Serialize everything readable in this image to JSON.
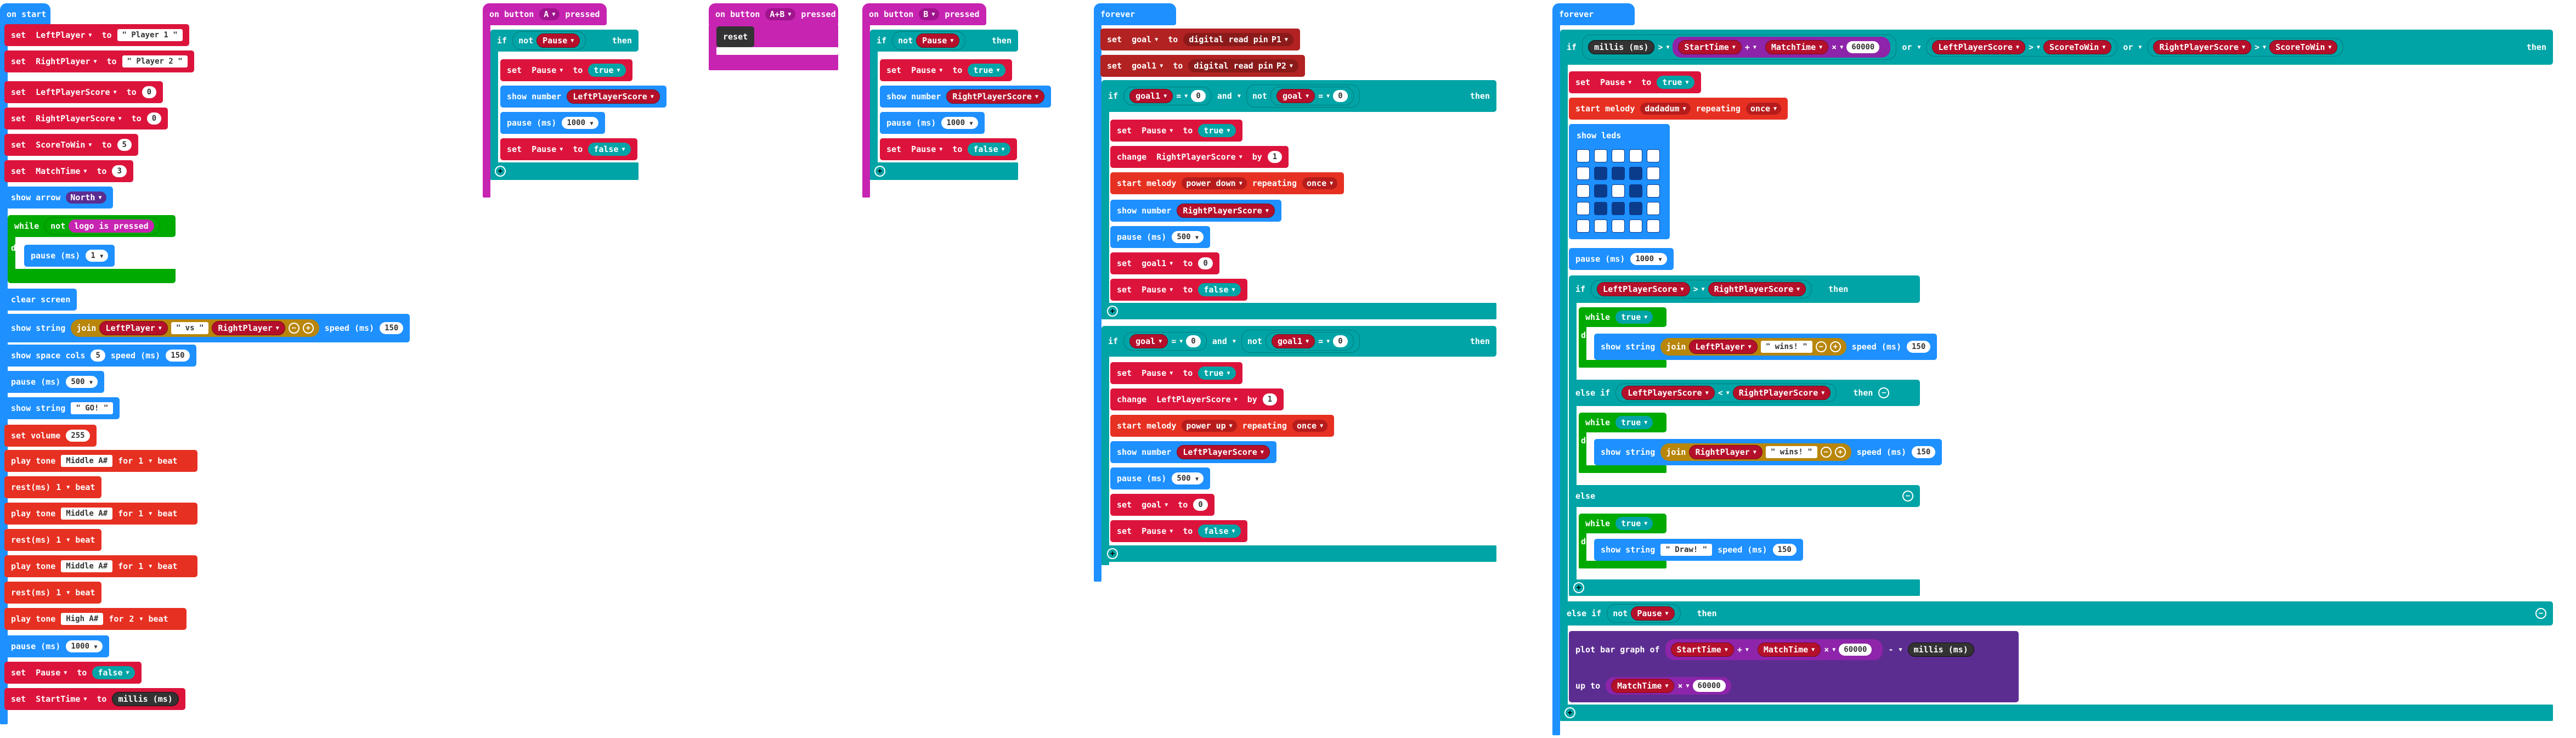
{
  "colors": {
    "event": "#1e90ff",
    "variables": "#dc143c",
    "logic": "#00a4a6",
    "loops": "#00aa00",
    "music": "#e63022",
    "input": "#c724b1",
    "text": "#b8860b",
    "pins": "#b22222",
    "led": "#5c2d91",
    "control": "#333333"
  },
  "on_start": {
    "header": "on start",
    "set": "set",
    "to": "to",
    "lp": "LeftPlayer",
    "p1": "\" Player 1 \"",
    "rp": "RightPlayer",
    "p2": "\" Player 2 \"",
    "lps": "LeftPlayerScore",
    "zero": "0",
    "rps": "RightPlayerScore",
    "stw": "ScoreToWin",
    "five": "5",
    "mt": "MatchTime",
    "three": "3",
    "show_arrow": "show arrow",
    "north": "North",
    "while": "while",
    "not": "not",
    "logo": "logo is pressed",
    "do": "do",
    "pause": "pause (ms)",
    "one": "1",
    "clear": "clear screen",
    "show_string": "show string",
    "join": "join",
    "vs": "\" vs \"",
    "speed": "speed (ms)",
    "s150": "150",
    "space_cols": "show space cols",
    "sc5": "5",
    "s150b": "150",
    "pause500": "500",
    "go": "\" GO! \"",
    "set_volume": "set volume",
    "vol": "255",
    "play_tone": "play tone",
    "middle_a": "Middle A#",
    "for": "for",
    "beat": "beat",
    "one_beat": "1",
    "rest": "rest(ms)",
    "high_a": "High A#",
    "two_beat": "2",
    "pause1000": "1000",
    "pause_var": "Pause",
    "false": "false",
    "start_time": "StartTime",
    "millis": "millis (ms)"
  },
  "on_a": {
    "header": "on button",
    "btn": "A",
    "pressed": "pressed",
    "if": "if",
    "not": "not",
    "pause": "Pause",
    "then": "then",
    "set": "set",
    "to": "to",
    "true": "true",
    "show_number": "show number",
    "lps": "LeftPlayerScore",
    "pause_ms": "pause (ms)",
    "ms": "1000",
    "false": "false"
  },
  "on_ab": {
    "header": "on button",
    "btn": "A+B",
    "pressed": "pressed",
    "reset": "reset"
  },
  "on_b": {
    "header": "on button",
    "btn": "B",
    "pressed": "pressed",
    "if": "if",
    "not": "not",
    "pause": "Pause",
    "then": "then",
    "set": "set",
    "to": "to",
    "true": "true",
    "show_number": "show number",
    "rps": "RightPlayerScore",
    "pause_ms": "pause (ms)",
    "ms": "1000",
    "false": "false"
  },
  "forever1": {
    "header": "forever",
    "set": "set",
    "to": "to",
    "goal": "goal",
    "goal1": "goal1",
    "digital": "digital read pin",
    "p1": "P1",
    "p2": "P2",
    "if": "if",
    "eq": "=",
    "zero": "0",
    "and": "and",
    "not": "not",
    "then": "then",
    "pause": "Pause",
    "true": "true",
    "false": "false",
    "change": "change",
    "by": "by",
    "one": "1",
    "rps": "RightPlayerScore",
    "lps": "LeftPlayerScore",
    "start_melody": "start melody",
    "power_down": "power down",
    "power_up": "power up",
    "repeating": "repeating",
    "once": "once",
    "show_number": "show number",
    "pause_ms": "pause (ms)",
    "p500": "500"
  },
  "forever2": {
    "header": "forever",
    "if": "if",
    "millis": "millis (ms)",
    "gt": ">",
    "st": "StartTime",
    "plus": "+",
    "mt": "MatchTime",
    "times": "×",
    "v60000": "60000",
    "or": "or",
    "lps": "LeftPlayerScore",
    "gt2": ">",
    "stw": "ScoreToWin",
    "rps": "RightPlayerScore",
    "then": "then",
    "set": "set",
    "pause": "Pause",
    "to": "to",
    "true": "true",
    "start_melody": "start melody",
    "dadadum": "dadadum",
    "repeating": "repeating",
    "once": "once",
    "show_leds": "show leds",
    "pause_ms": "pause (ms)",
    "p1000": "1000",
    "while": "while",
    "do": "do",
    "show_string": "show string",
    "join": "join",
    "lp": "LeftPlayer",
    "wins": "\" wins! \"",
    "speed": "speed (ms)",
    "s150": "150",
    "else_if": "else if",
    "lt": "<",
    "rp": "RightPlayer",
    "else": "else",
    "draw": "\" Draw! \"",
    "not": "not",
    "plot": "plot bar graph of",
    "up_to": "up to",
    "minus": "-"
  }
}
